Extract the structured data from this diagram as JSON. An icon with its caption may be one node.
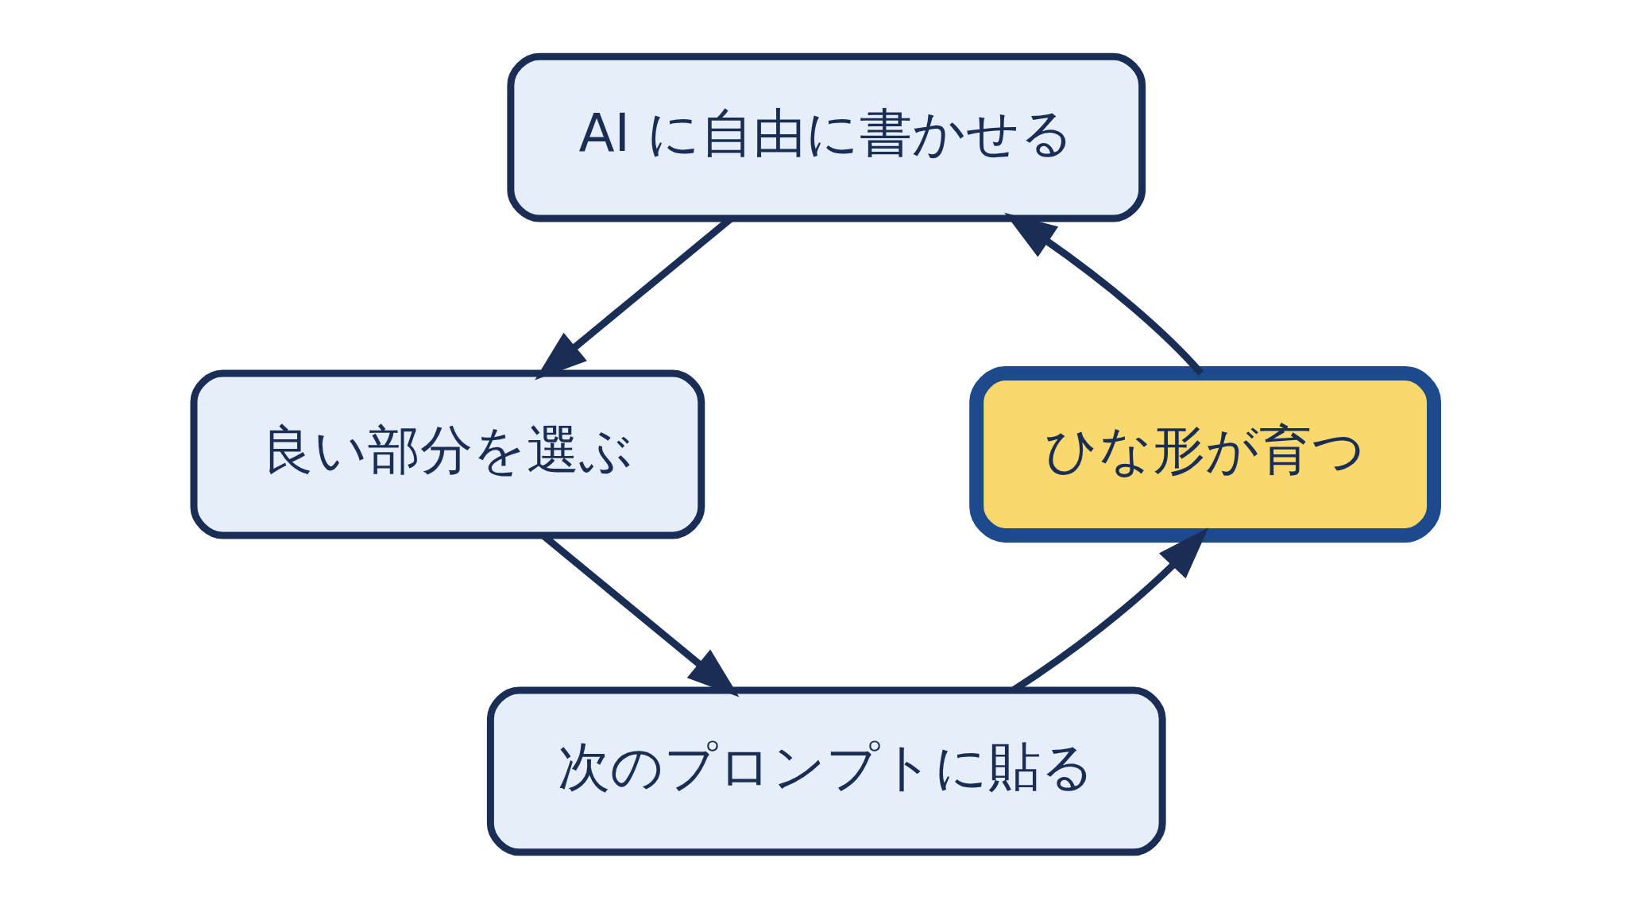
{
  "diagram": {
    "nodes": [
      {
        "text": [
          "AI に自由に書かせる"
        ]
      },
      {
        "text": [
          "良い部分を選ぶ"
        ]
      },
      {
        "text": [
          "次のプロンプトに貼る"
        ]
      },
      {
        "text": [
          "ひな形が育つ"
        ]
      }
    ],
    "edges": [
      {
        "from": 0,
        "to": 1,
        "arrow": "to"
      },
      {
        "from": 1,
        "to": 2,
        "arrow": "to"
      },
      {
        "from": 2,
        "to": 3,
        "arrow": "to"
      },
      {
        "from": 3,
        "to": 0,
        "arrow": "to"
      }
    ]
  }
}
